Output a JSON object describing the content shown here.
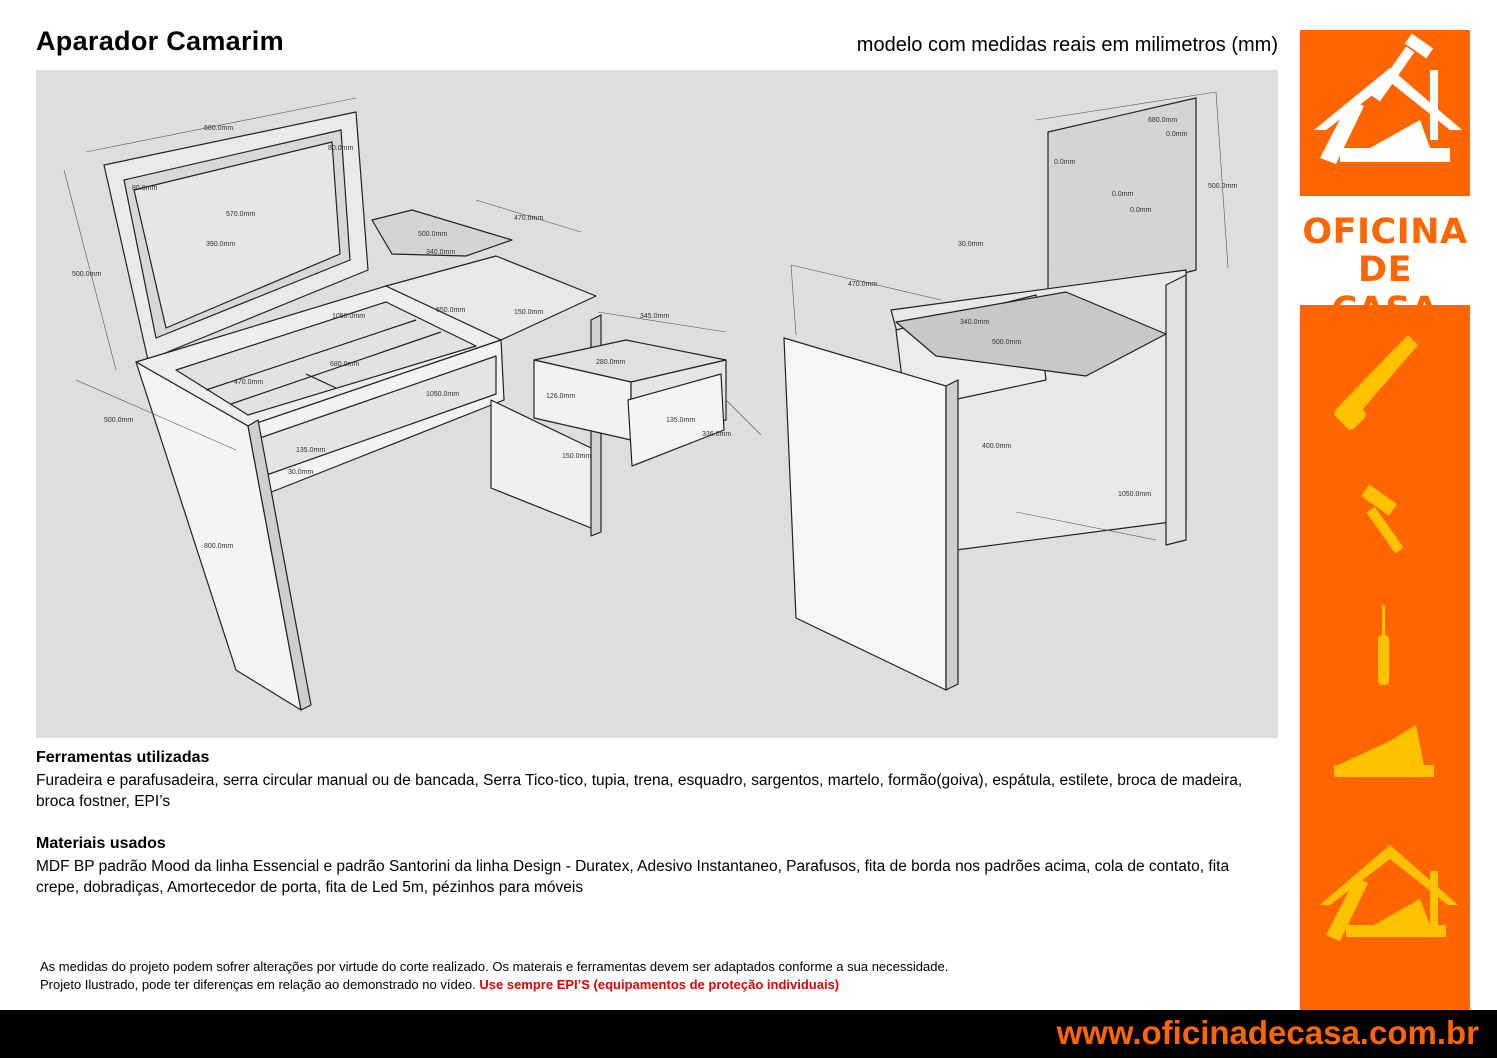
{
  "header": {
    "title": "Aparador Camarim",
    "subtitle": "modelo com medidas reais em milimetros (mm)"
  },
  "drawing": {
    "left_view_dims": [
      "680.0mm",
      "80.0mm",
      "80.0mm",
      "570.0mm",
      "390.0mm",
      "500.0mm",
      "500.0mm",
      "340.0mm",
      "470.0mm",
      "1050.0mm",
      "650.0mm",
      "150.0mm",
      "680.0mm",
      "470.0mm",
      "1050.0mm",
      "500.0mm",
      "135.0mm",
      "30.0mm",
      "800.0mm",
      "345.0mm",
      "280.0mm",
      "126.0mm",
      "135.0mm",
      "336.0mm",
      "150.0mm"
    ],
    "right_view_dims": [
      "680.0mm",
      "0.0mm",
      "0.0mm",
      "500.0mm",
      "0.0mm",
      "0.0mm",
      "30.0mm",
      "470.0mm",
      "340.0mm",
      "500.0mm",
      "400.0mm",
      "1050.0mm"
    ]
  },
  "tools": {
    "heading": "Ferramentas utilizadas",
    "text": "Furadeira e parafusadeira, serra circular manual ou de bancada, Serra Tico-tico, tupia, trena, esquadro, sargentos, martelo, formão(goiva), espátula, estilete, broca de madeira, broca fostner, EPI’s"
  },
  "materials": {
    "heading": "Materiais usados",
    "text": "MDF BP padrão Mood da linha Essencial e padrão Santorini da linha Design - Duratex,  Adesivo Instantaneo, Parafusos, fita de borda nos padrões acima, cola de contato, fita crepe, dobradiças, Amortecedor de porta, fita de Led 5m, pézinhos para móveis"
  },
  "notes": {
    "line1": "As medidas do projeto podem sofrer alterações por virtude do corte realizado. Os materais e ferramentas devem ser adaptados conforme a sua necessidade.",
    "line2": "Projeto Ilustrado, pode ter diferenças em relação ao demonstrado no vídeo. ",
    "warning": "Use sempre EPI’S (equipamentos de proteção individuais)"
  },
  "brand": {
    "logo_line1": "OFICINA",
    "logo_line2": "DE CASA",
    "url": "www.oficinadecasa.com.br",
    "accent": "#ff6600"
  },
  "sidebar_icons": [
    "saw-icon",
    "hammer-icon",
    "screwdriver-icon",
    "plane-icon",
    "tools-house-icon"
  ]
}
